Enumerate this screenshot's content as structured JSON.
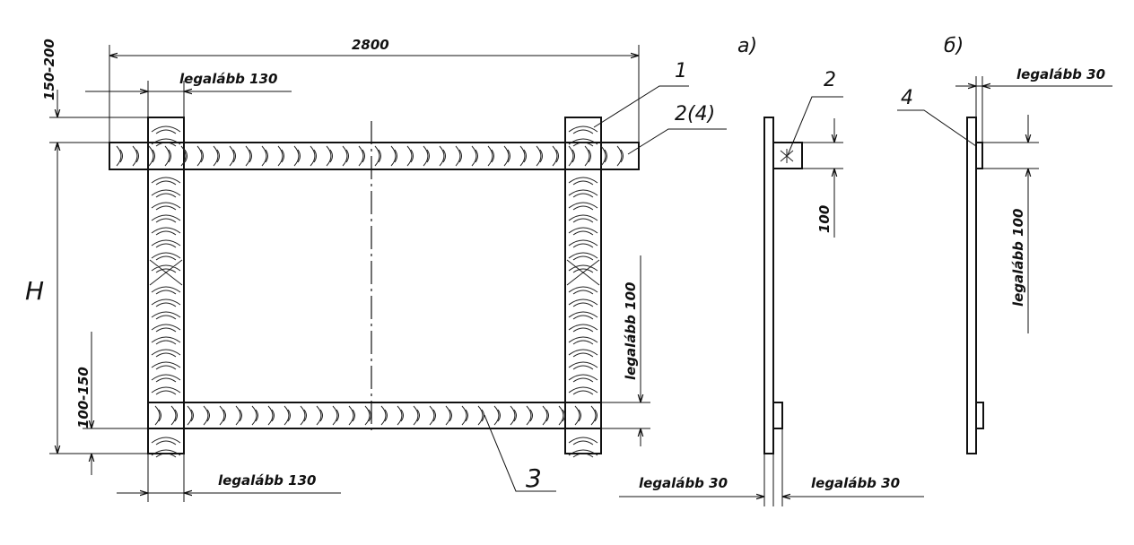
{
  "labels": {
    "width_2800": "2800",
    "top_offset": "150-200",
    "bottom_offset": "100-150",
    "height_H": "H",
    "min130_top": "legalább 130",
    "min130_bottom": "legalább 130",
    "min100_right": "legalább 100",
    "min30_left": "legalább 30",
    "min30_right": "legalább 30",
    "dim_100": "100",
    "view_a": "a)",
    "view_b": "б)",
    "b_min30": "legalább 30",
    "b_min100": "legalább 100",
    "callout_1": "1",
    "callout_2_4": "2(4)",
    "callout_3": "3",
    "callout_a_2": "2",
    "callout_b_4": "4"
  }
}
